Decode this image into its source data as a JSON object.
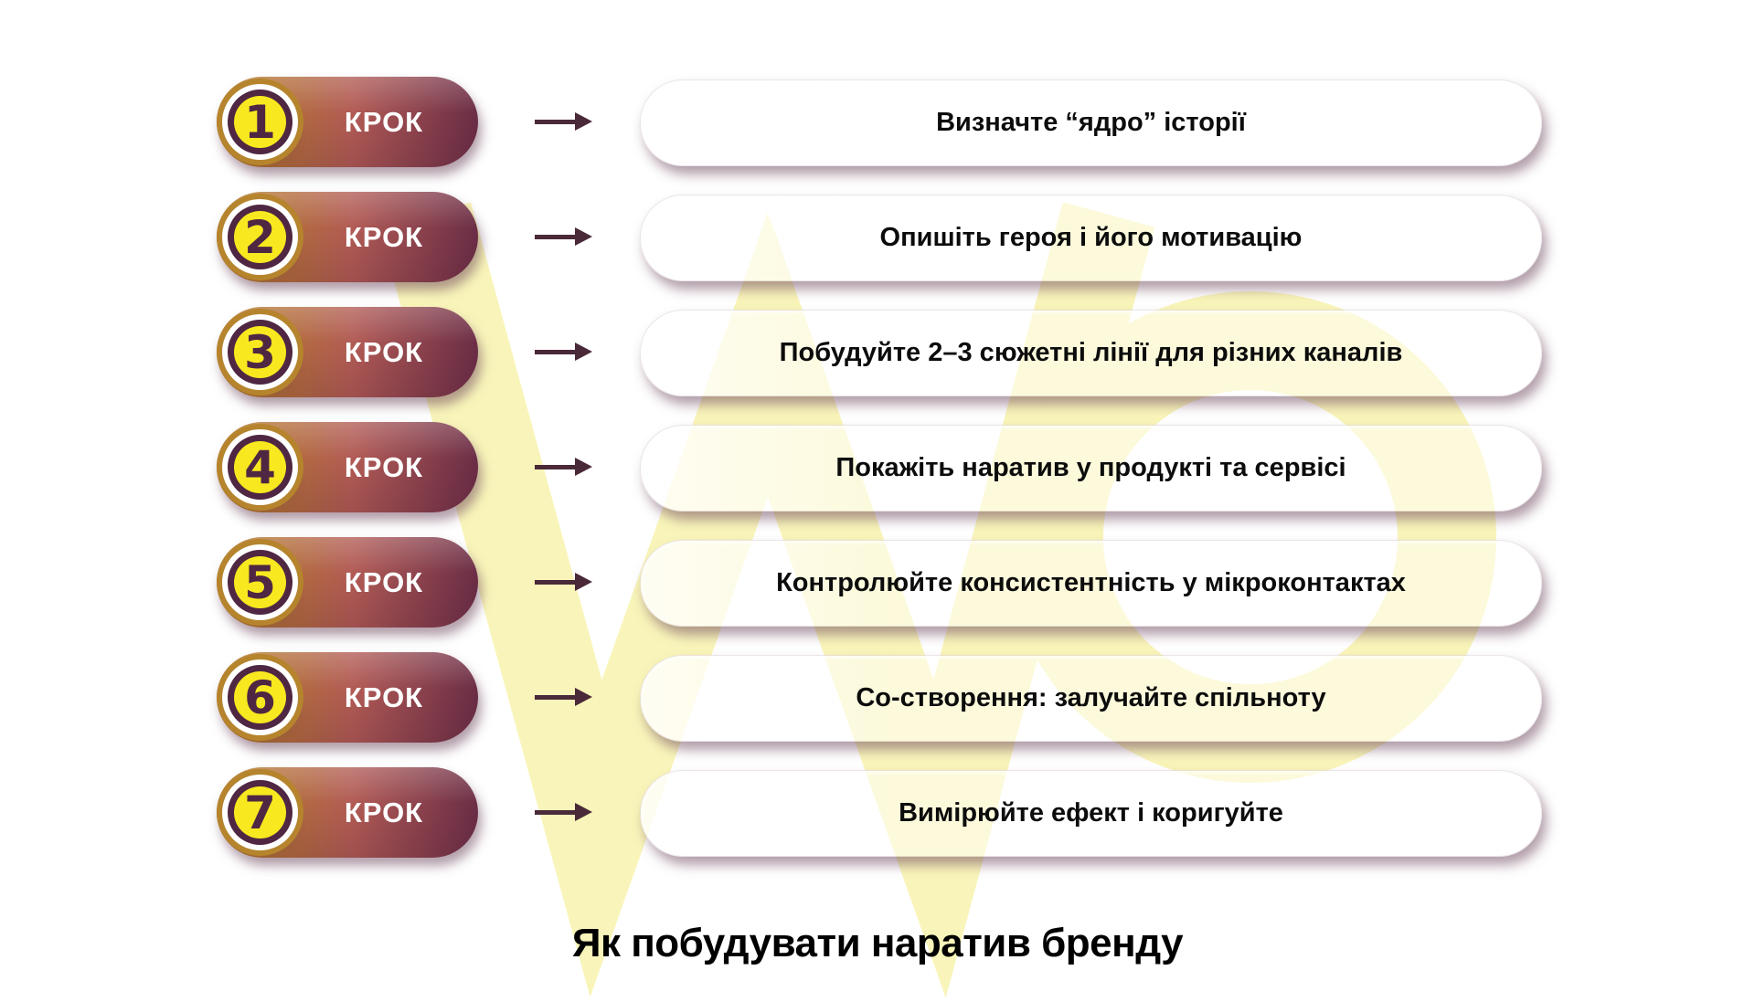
{
  "title": "Як побудувати наратив бренду",
  "step_label": "КРОК",
  "steps": [
    {
      "number": "1",
      "text": "Визначте “ядро” історії"
    },
    {
      "number": "2",
      "text": "Опишіть героя і його мотивацію"
    },
    {
      "number": "3",
      "text": "Побудуйте 2–3 сюжетні лінії для різних каналів"
    },
    {
      "number": "4",
      "text": "Покажіть наратив у продукті та сервісі"
    },
    {
      "number": "5",
      "text": "Контролюйте консистентність у мікроконтактах"
    },
    {
      "number": "6",
      "text": "Со-створення: залучайте спільноту"
    },
    {
      "number": "7",
      "text": "Вимірюйте ефект і коригуйте"
    }
  ],
  "watermark_letters": "WO",
  "icons": {
    "arrow": "arrow-right"
  },
  "colors": {
    "background": "#ffffff",
    "pill_gold": "#b1772a",
    "pill_rose": "#b25b55",
    "pill_maroon": "#6b2d46",
    "ring_gold": "#b5842d",
    "badge_yellow": "#f8e81f",
    "dark_maroon": "#4f2742",
    "arrow": "#4a2938",
    "watermark_yellow": "#f9f5ba",
    "text": "#0c0c0c"
  }
}
